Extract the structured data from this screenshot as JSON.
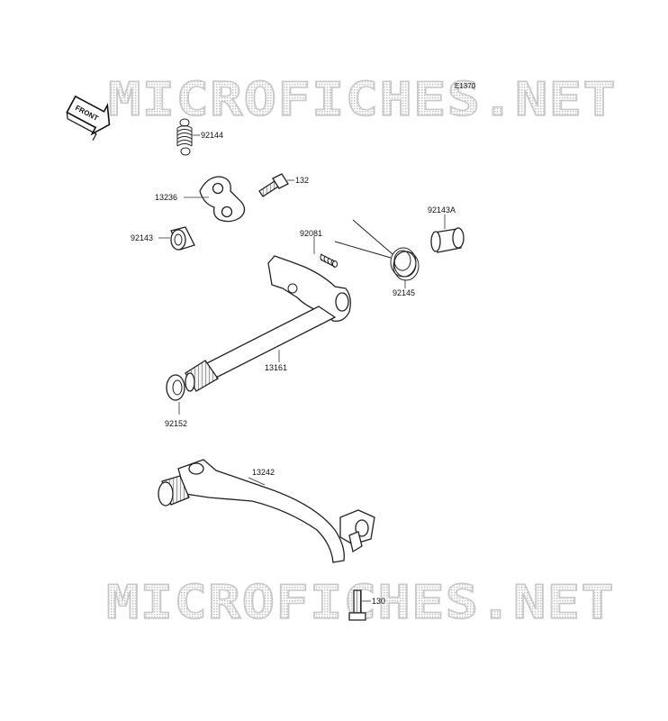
{
  "diagram_code": "E1370",
  "watermark": "MICROFICHES.NET",
  "front_label": "FRONT",
  "parts": [
    {
      "id": "p92144",
      "number": "92144"
    },
    {
      "id": "p132",
      "number": "132"
    },
    {
      "id": "p13236",
      "number": "13236"
    },
    {
      "id": "p92143",
      "number": "92143"
    },
    {
      "id": "p92081",
      "number": "92081"
    },
    {
      "id": "p92143A",
      "number": "92143A"
    },
    {
      "id": "p92145",
      "number": "92145"
    },
    {
      "id": "p13161",
      "number": "13161"
    },
    {
      "id": "p92152",
      "number": "92152"
    },
    {
      "id": "p13242",
      "number": "13242"
    },
    {
      "id": "p130",
      "number": "130"
    }
  ]
}
